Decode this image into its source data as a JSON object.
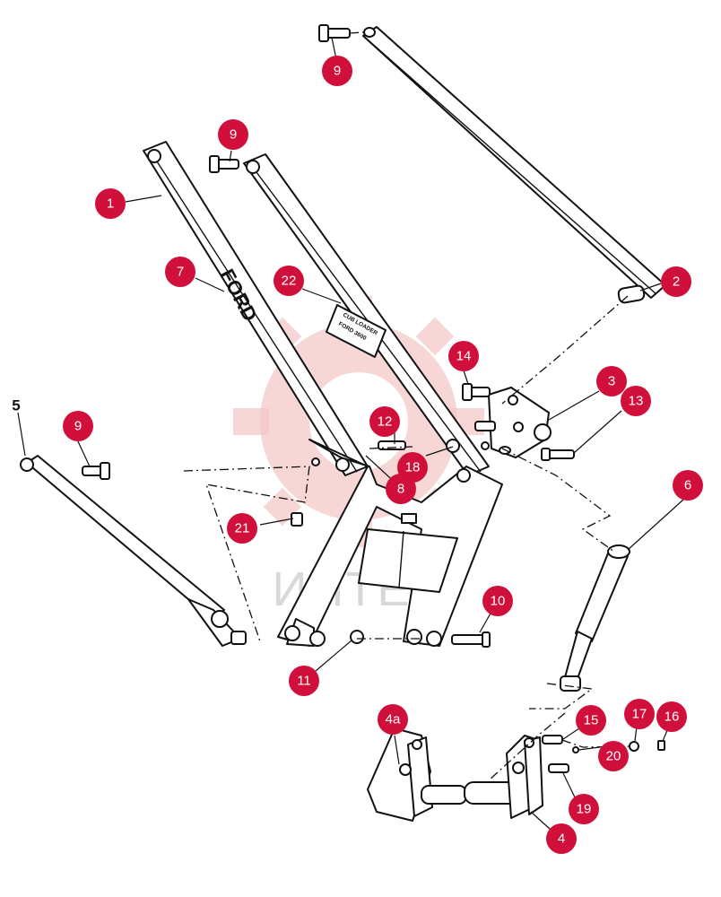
{
  "watermark": {
    "text": "ИНТЕХ"
  },
  "decals": {
    "brand": "FORD"
  },
  "callouts": [
    {
      "label": "1"
    },
    {
      "label": "2"
    },
    {
      "label": "3"
    },
    {
      "label": "4"
    },
    {
      "label": "4a"
    },
    {
      "label": "5"
    },
    {
      "label": "6"
    },
    {
      "label": "7"
    },
    {
      "label": "8"
    },
    {
      "label": "9"
    },
    {
      "label": "9"
    },
    {
      "label": "9"
    },
    {
      "label": "10"
    },
    {
      "label": "11"
    },
    {
      "label": "12"
    },
    {
      "label": "13"
    },
    {
      "label": "14"
    },
    {
      "label": "15"
    },
    {
      "label": "16"
    },
    {
      "label": "17"
    },
    {
      "label": "18"
    },
    {
      "label": "19"
    },
    {
      "label": "20"
    },
    {
      "label": "21"
    },
    {
      "label": "22"
    }
  ],
  "colors": {
    "badge": "#d0103a",
    "watermark": "#f4c8c8",
    "line": "#111111"
  }
}
